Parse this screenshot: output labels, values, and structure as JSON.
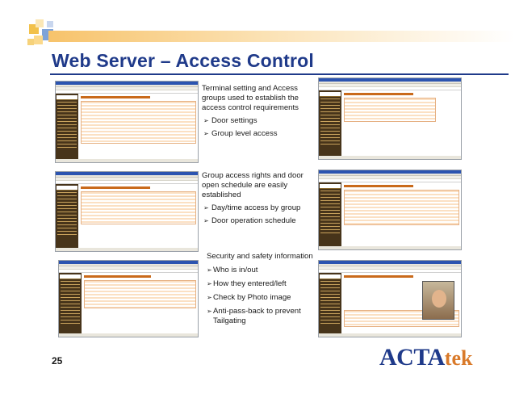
{
  "slide": {
    "title": "Web Server – Access Control",
    "page_number": "25"
  },
  "brand": {
    "part1": "ACTA",
    "part2": "tek"
  },
  "sections": [
    {
      "intro": "Terminal setting and Access\ngroups used to establish the\naccess control requirements",
      "bullets": [
        "Door settings",
        "Group level access"
      ]
    },
    {
      "intro": "Group access rights and door\nopen schedule are easily\nestablished",
      "bullets": [
        "Day/time access by group",
        "Door operation schedule"
      ]
    },
    {
      "intro": "Security and safety information",
      "bullets": [
        "Who is in/out",
        "How they entered/left",
        "Check by Photo image",
        "Anti-pass-back to prevent\nTailgating"
      ]
    }
  ],
  "icons": {
    "bullet": "arrowhead-bullet-icon"
  }
}
